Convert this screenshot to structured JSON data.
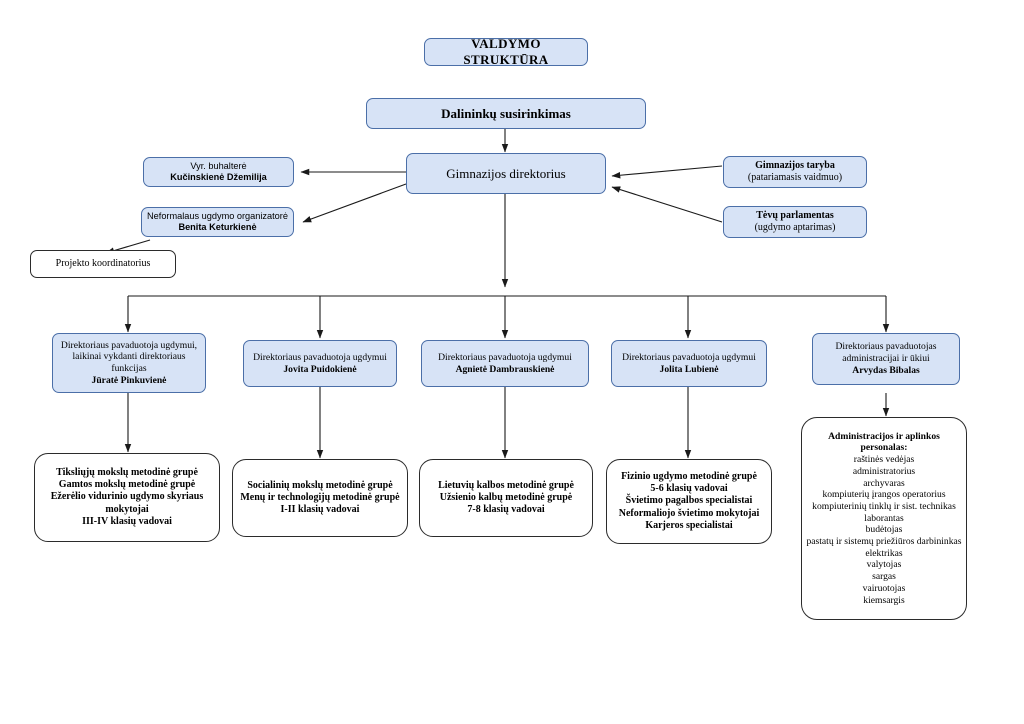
{
  "diagram": {
    "title": "VALDYMO STRUKTŪRA",
    "accent_box_fill": "#d7e3f6",
    "accent_box_border": "#4b6fa8",
    "plain_box_fill": "#ffffff",
    "plain_box_border": "#2b2b2b",
    "line_color": "#1a1a1a"
  },
  "nodes": {
    "title": {
      "label": "VALDYMO STRUKTŪRA"
    },
    "assembly": {
      "label": "Dalininkų susirinkimas"
    },
    "director": {
      "label": "Gimnazijos direktorius"
    },
    "accountant": {
      "line1": "Vyr. buhalterė",
      "line2": "Kučinskienė Džemilija"
    },
    "nonformal_organizer": {
      "line1": "Neformalaus ugdymo organizatorė",
      "line2": "Benita Keturkienė"
    },
    "project_coordinator": {
      "label": "Projekto koordinatorius"
    },
    "council": {
      "line1": "Gimnazijos taryba",
      "line2": "(patariamasis vaidmuo)"
    },
    "parents_parliament": {
      "line1": "Tėvų parlamentas",
      "line2": "(ugdymo aptarimas)"
    },
    "deputy1": {
      "line1": "Direktoriaus pavaduotoja ugdymui,",
      "line2": "laikinai vykdanti direktoriaus",
      "line3": "funkcijas",
      "name": "Jūratė Pinkuvienė"
    },
    "deputy2": {
      "line1": "Direktoriaus pavaduotoja ugdymui",
      "name": "Jovita Puidokienė"
    },
    "deputy3": {
      "line1": "Direktoriaus pavaduotoja ugdymui",
      "name": "Agnietė Dambrauskienė"
    },
    "deputy4": {
      "line1": "Direktoriaus pavaduotoja ugdymui",
      "name": "Jolita Lubienė"
    },
    "deputy5": {
      "line1": "Direktoriaus pavaduotojas",
      "line2": "administracijai ir ūkiui",
      "name": "Arvydas Bibalas"
    },
    "group1": {
      "lines": [
        "Tiksliųjų mokslų metodinė grupė",
        "Gamtos mokslų metodinė grupė",
        "Ežerėlio vidurinio ugdymo skyriaus",
        "mokytojai",
        "III-IV klasių vadovai"
      ]
    },
    "group2": {
      "lines": [
        "Socialinių mokslų metodinė grupė",
        "Menų ir technologijų metodinė grupė",
        "I-II klasių vadovai"
      ]
    },
    "group3": {
      "lines": [
        "Lietuvių kalbos metodinė grupė",
        "Užsienio kalbų metodinė grupė",
        "7-8 klasių vadovai"
      ]
    },
    "group4": {
      "lines": [
        "Fizinio ugdymo metodinė grupė",
        "5-6 klasių vadovai",
        "Švietimo pagalbos specialistai",
        "Neformaliojo švietimo mokytojai",
        "Karjeros specialistai"
      ]
    },
    "admin_staff": {
      "heading1": "Administracijos ir aplinkos",
      "heading2": "personalas:",
      "items": [
        "raštinės vedėjas",
        "administratorius",
        "archyvaras",
        "kompiuterių įrangos operatorius",
        "kompiuterinių tinklų ir sist. technikas",
        "laborantas",
        "budėtojas",
        "pastatų ir sistemų priežiūros darbininkas",
        "elektrikas",
        "valytojas",
        "sargas",
        "vairuotojas",
        "kiemsargis"
      ]
    }
  }
}
